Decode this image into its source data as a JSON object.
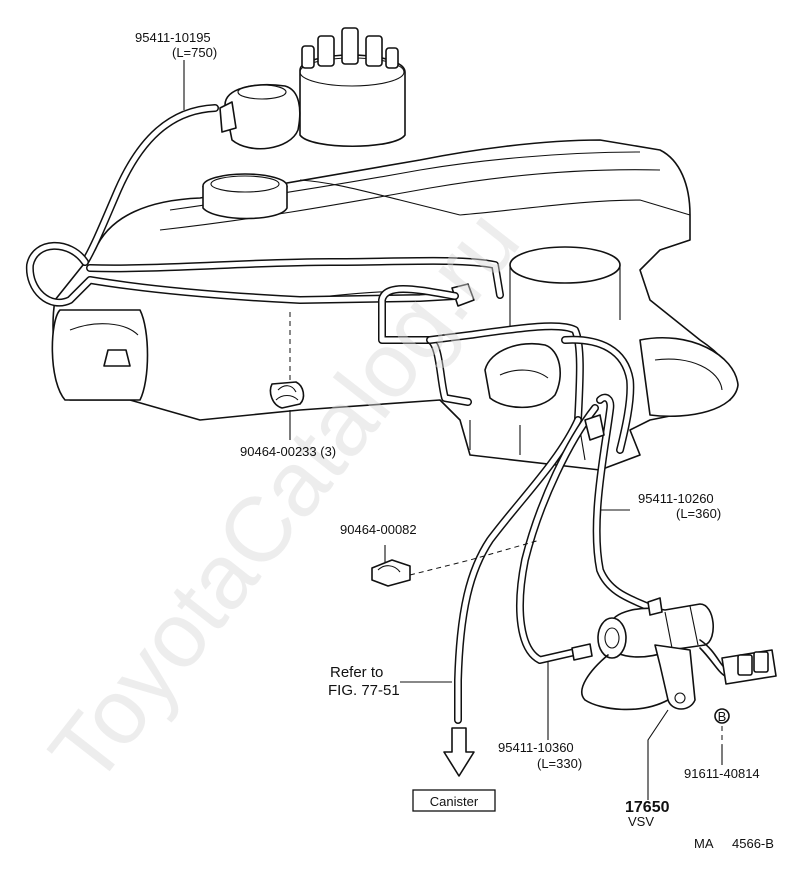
{
  "watermark": "ToyotaCatalog.ru",
  "callouts": {
    "hose_750_part": "95411-10195",
    "hose_750_len": "(L=750)",
    "clamp_3_part": "90464-00233 (3)",
    "clamp_single_part": "90464-00082",
    "hose_360_part": "95411-10260",
    "hose_360_len": "(L=360)",
    "hose_330_part": "95411-10360",
    "hose_330_len": "(L=330)",
    "refer_line1": "Refer to",
    "refer_line2": "FIG. 77-51",
    "canister_label": "Canister",
    "bolt_part": "91611-40814",
    "bolt_marker": "B",
    "vsv_part": "17650",
    "vsv_label": "VSV",
    "figure_code_prefix": "MA",
    "figure_code": "4566-B"
  }
}
